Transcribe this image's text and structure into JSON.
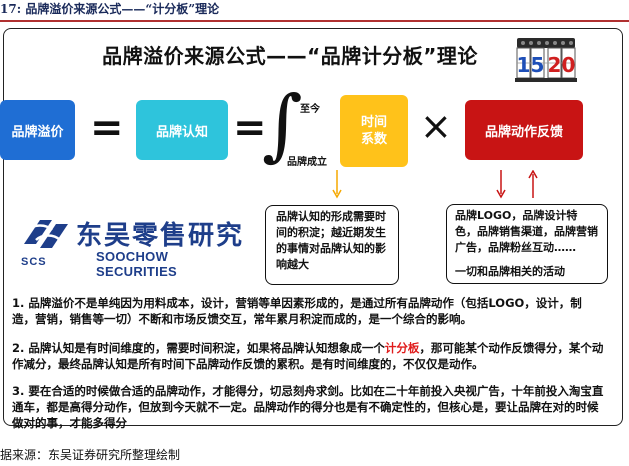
{
  "caption": {
    "number": "17:",
    "text": "品牌溢价来源公式——“计分板”理论"
  },
  "diagram": {
    "title": "品牌溢价来源公式——“品牌计分板”理论",
    "scoreboard_digits": [
      "1",
      "5",
      "2",
      "0"
    ],
    "premium_label": "品牌溢价",
    "cognition_label": "品牌认知",
    "integral_upper": "至今",
    "integral_lower": "品牌成立",
    "time_label_line1": "时间",
    "time_label_line2": "系数",
    "action_label": "品牌动作反馈",
    "time_note": "品牌认知的形成需要时间的积淀；越近期发生的事情对品牌认知的影响越大",
    "action_note_main": "品牌LOGO，品牌设计特色，品牌销售渠道，品牌营销广告，品牌粉丝互动……",
    "action_note_last": "一切和品牌相关的活动",
    "colors": {
      "premium": "#1f6ed4",
      "cognition": "#2ec4dc",
      "time": "#ffc21a",
      "action": "#c81414"
    }
  },
  "logo": {
    "name_cn": "东吴零售研究",
    "name_en": "SOOCHOW SECURITIES",
    "abbr": "SCS"
  },
  "paragraphs": {
    "p1": "1. 品牌溢价不是单纯因为用料成本，设计，营销等单因素形成的，是通过所有品牌动作（包括LOGO，设计，制造，营销，销售等一切）不断和市场反馈交互，常年累月积淀而成的，是一个综合的影响。",
    "p2_before": "2. 品牌认知是有时间维度的，需要时间积淀，如果将品牌认知想象成一个",
    "p2_highlight": "计分板",
    "p2_after": "，那可能某个动作反馈得分，某个动作减分，最终品牌认知是所有时间下品牌动作反馈的累积。是有时间维度的，不仅仅是动作。",
    "p3": "3. 要在合适的时候做合适的品牌动作，才能得分，切忌刻舟求剑。比如在二十年前投入央视广告，十年前投入淘宝直通车，都是高得分动作，但放到今天就不一定。品牌动作的得分也是有不确定性的，但核心是，要让品牌在对的时候做对的事，才能多得分"
  },
  "source": "据来源：东吴证券研究所整理绘制"
}
